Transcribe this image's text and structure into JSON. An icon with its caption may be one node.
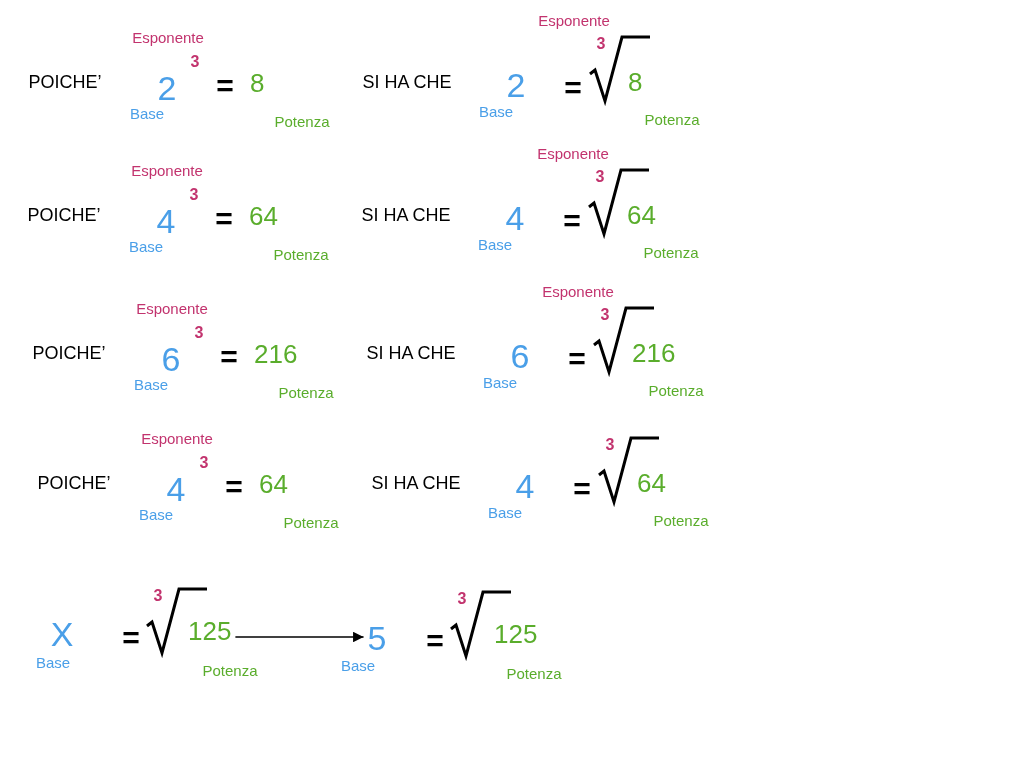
{
  "diagram": {
    "nodes": [
      {
        "text": [
          "125"
        ]
      },
      {
        "text": [
          "5"
        ]
      }
    ],
    "edges": [
      {
        "from": 0,
        "to": 1,
        "arrow": "to"
      }
    ],
    "labels": [
      "POICHE’",
      "Esponente",
      "2",
      "3",
      "=",
      "8",
      "Base",
      "Potenza",
      "SI HA CHE",
      "Esponente",
      "2",
      "=",
      "3",
      "8",
      "Base",
      "Potenza",
      "POICHE’",
      "Esponente",
      "4",
      "3",
      "=",
      "64",
      "Base",
      "Potenza",
      "SI HA CHE",
      "Esponente",
      "4",
      "=",
      "3",
      "64",
      "Base",
      "Potenza",
      "POICHE’",
      "Esponente",
      "6",
      "3",
      "=",
      "216",
      "Base",
      "Potenza",
      "SI HA CHE",
      "Esponente",
      "6",
      "=",
      "3",
      "216",
      "Base",
      "Potenza",
      "POICHE’",
      "Esponente",
      "4",
      "3",
      "=",
      "64",
      "Base",
      "Potenza",
      "SI HA CHE",
      "4",
      "=",
      "3",
      "64",
      "Base",
      "Potenza",
      "X",
      "Base",
      "=",
      "3",
      "Potenza",
      "Base",
      "=",
      "3",
      "125",
      "Potenza"
    ]
  }
}
